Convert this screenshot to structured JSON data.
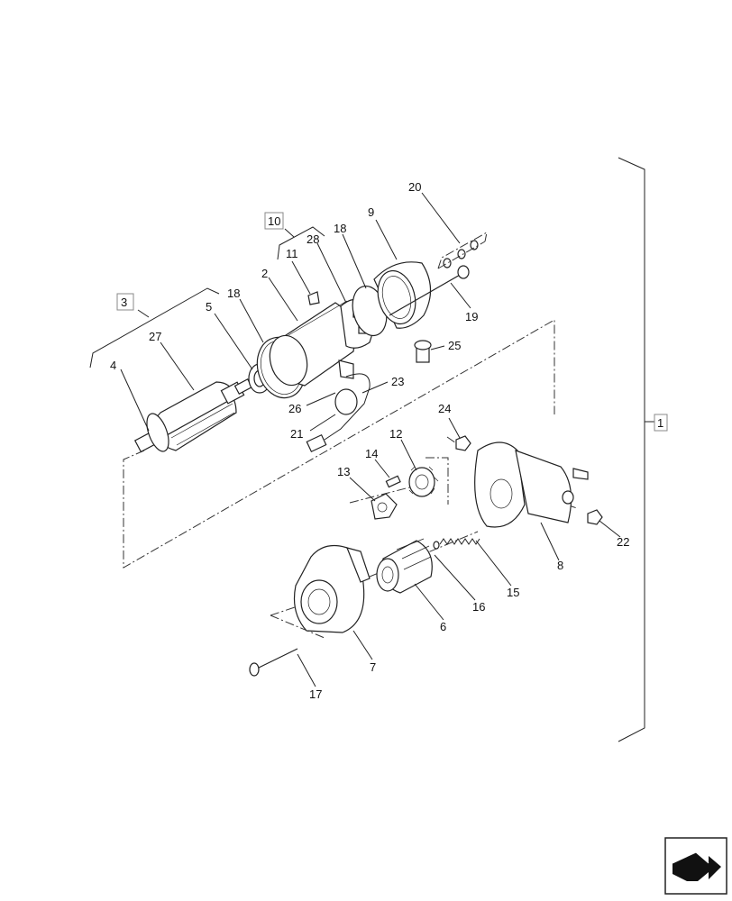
{
  "callouts": [
    {
      "id": "c1",
      "label": "1",
      "boxed": true
    },
    {
      "id": "c2",
      "label": "2",
      "boxed": false
    },
    {
      "id": "c3",
      "label": "3",
      "boxed": true
    },
    {
      "id": "c4",
      "label": "4",
      "boxed": false
    },
    {
      "id": "c5",
      "label": "5",
      "boxed": false
    },
    {
      "id": "c6",
      "label": "6",
      "boxed": false
    },
    {
      "id": "c7",
      "label": "7",
      "boxed": false
    },
    {
      "id": "c8",
      "label": "8",
      "boxed": false
    },
    {
      "id": "c9",
      "label": "9",
      "boxed": false
    },
    {
      "id": "c10",
      "label": "10",
      "boxed": true
    },
    {
      "id": "c11",
      "label": "11",
      "boxed": false
    },
    {
      "id": "c12",
      "label": "12",
      "boxed": false
    },
    {
      "id": "c13",
      "label": "13",
      "boxed": false
    },
    {
      "id": "c14",
      "label": "14",
      "boxed": false
    },
    {
      "id": "c15",
      "label": "15",
      "boxed": false
    },
    {
      "id": "c16",
      "label": "16",
      "boxed": false
    },
    {
      "id": "c17",
      "label": "17",
      "boxed": false
    },
    {
      "id": "c18a",
      "label": "18",
      "boxed": false
    },
    {
      "id": "c18b",
      "label": "18",
      "boxed": false
    },
    {
      "id": "c19",
      "label": "19",
      "boxed": false
    },
    {
      "id": "c20",
      "label": "20",
      "boxed": false
    },
    {
      "id": "c21",
      "label": "21",
      "boxed": false
    },
    {
      "id": "c22",
      "label": "22",
      "boxed": false
    },
    {
      "id": "c23",
      "label": "23",
      "boxed": false
    },
    {
      "id": "c24",
      "label": "24",
      "boxed": false
    },
    {
      "id": "c25",
      "label": "25",
      "boxed": false
    },
    {
      "id": "c26",
      "label": "26",
      "boxed": false
    },
    {
      "id": "c27",
      "label": "27",
      "boxed": false
    },
    {
      "id": "c28",
      "label": "28",
      "boxed": false
    }
  ],
  "nav_icon": {
    "name": "page-navigation-arrow-icon"
  }
}
